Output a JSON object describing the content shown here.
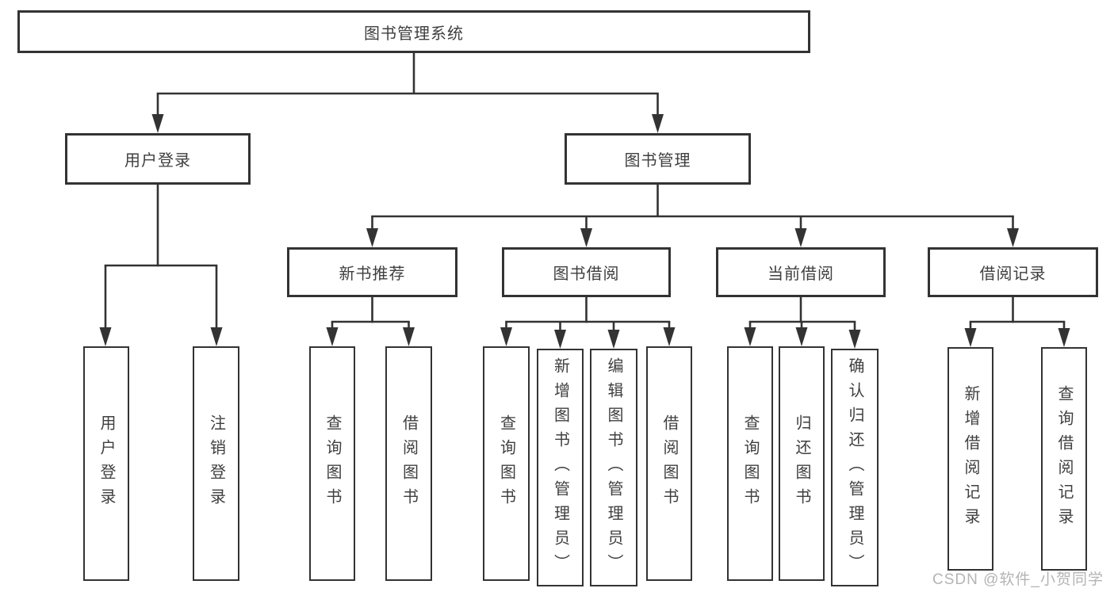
{
  "tree": {
    "root": {
      "label": "图书管理系统"
    },
    "branches": [
      {
        "label": "用户登录",
        "children": [
          {
            "label": "用户登录"
          },
          {
            "label": "注销登录"
          }
        ]
      },
      {
        "label": "图书管理",
        "groups": [
          {
            "label": "新书推荐",
            "children": [
              {
                "label": "查询图书"
              },
              {
                "label": "借阅图书"
              }
            ]
          },
          {
            "label": "图书借阅",
            "children": [
              {
                "label": "查询图书"
              },
              {
                "label": "新增图书（管理员）"
              },
              {
                "label": "编辑图书（管理员）"
              },
              {
                "label": "借阅图书"
              }
            ]
          },
          {
            "label": "当前借阅",
            "children": [
              {
                "label": "查询图书"
              },
              {
                "label": "归还图书"
              },
              {
                "label": "确认归还（管理员）"
              }
            ]
          },
          {
            "label": "借阅记录",
            "children": [
              {
                "label": "新增借阅记录"
              },
              {
                "label": "查询借阅记录"
              }
            ]
          }
        ]
      }
    ]
  },
  "watermark": {
    "text": "CSDN @软件_小贺同学"
  },
  "colors": {
    "line": "#333333",
    "text": "#3f3f3f",
    "watermark": "#b4b4b4",
    "background": "#ffffff"
  }
}
